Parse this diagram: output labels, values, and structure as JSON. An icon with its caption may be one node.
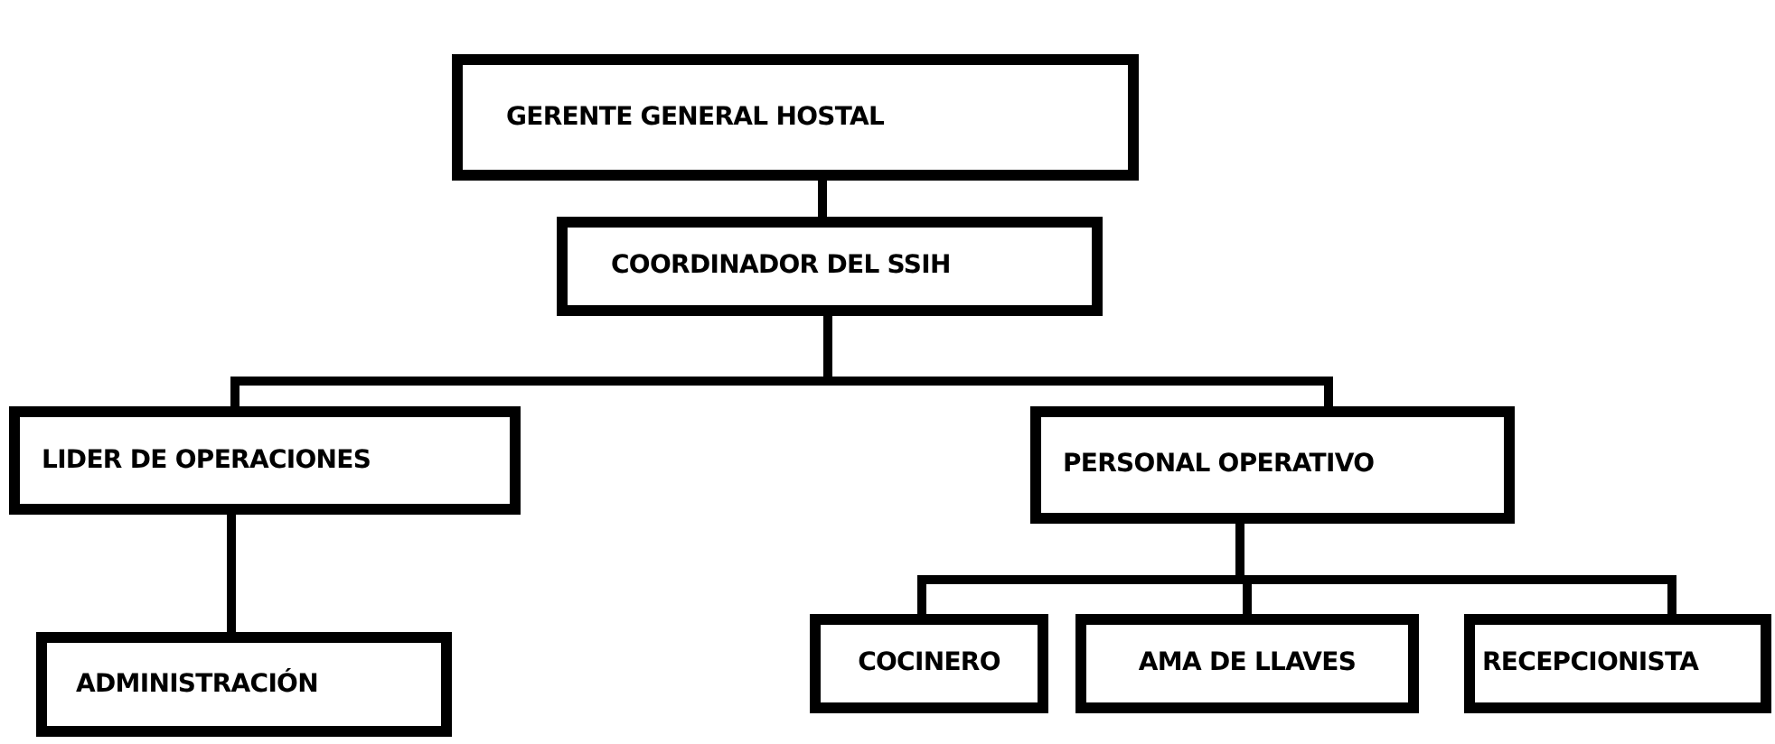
{
  "diagram": {
    "nodes": [
      {
        "text": [
          "GERENTE GENERAL HOSTAL"
        ]
      },
      {
        "text": [
          "COORDINADOR DEL SSIH"
        ]
      },
      {
        "text": [
          "LIDER DE OPERACIONES"
        ]
      },
      {
        "text": [
          "PERSONAL OPERATIVO"
        ]
      },
      {
        "text": [
          "ADMINISTRACIÓN"
        ]
      },
      {
        "text": [
          "COCINERO"
        ]
      },
      {
        "text": [
          "AMA DE LLAVES"
        ]
      },
      {
        "text": [
          "RECEPCIONISTA"
        ]
      }
    ],
    "edges": [
      {
        "from": 0,
        "to": 1,
        "arrow": "none"
      },
      {
        "from": 1,
        "to": 2,
        "arrow": "none"
      },
      {
        "from": 1,
        "to": 3,
        "arrow": "none"
      },
      {
        "from": 2,
        "to": 4,
        "arrow": "none"
      },
      {
        "from": 3,
        "to": 5,
        "arrow": "none"
      },
      {
        "from": 3,
        "to": 6,
        "arrow": "none"
      },
      {
        "from": 3,
        "to": 7,
        "arrow": "none"
      }
    ]
  }
}
